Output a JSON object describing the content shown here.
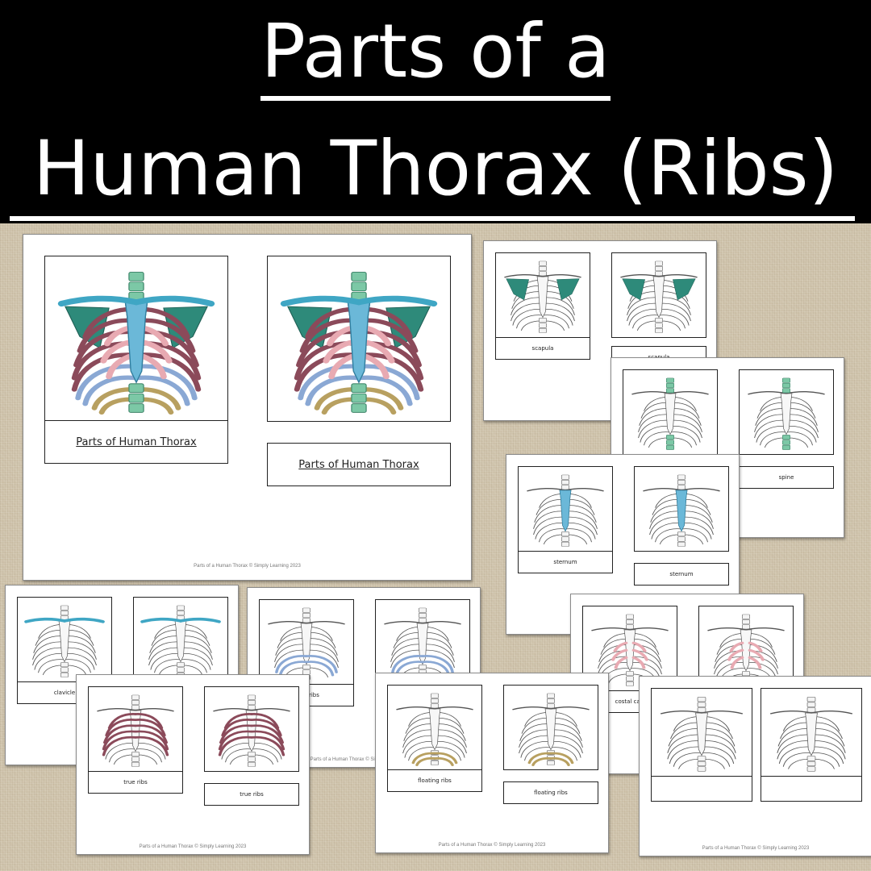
{
  "title": {
    "line1": "Parts of a",
    "line2": "Human Thorax (Ribs)"
  },
  "colors": {
    "clavicle": "#3fa6c4",
    "scapula": "#2e8a7a",
    "spine": "#7cc8a6",
    "sternum": "#6bb8d8",
    "true_ribs": "#8b4a5a",
    "false_ribs": "#8aa8d4",
    "floating_ribs": "#b8a060",
    "costal_cartilage": "#e8aab2",
    "background": "#cfc3ab"
  },
  "cards": {
    "main_label": "Parts of Human Thorax",
    "main_footer": "Parts of a Human Thorax © Simply Learning 2023",
    "scapula": "scapula",
    "spine": "spine",
    "sternum": "sternum",
    "clavicle": "clavicle",
    "false_ribs": "false ribs",
    "true_ribs": "true ribs",
    "floating_ribs": "floating ribs",
    "costal_cartilage": "costal cart"
  }
}
